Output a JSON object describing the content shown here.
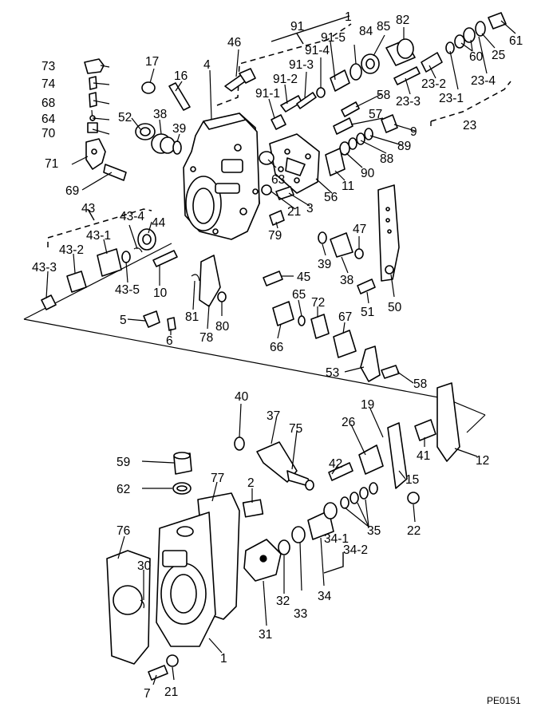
{
  "drawing_code": "PE0151",
  "callouts": [
    "91",
    "1",
    "46",
    "91-5",
    "84",
    "85",
    "82",
    "17",
    "16",
    "4",
    "91-3",
    "91-4",
    "73",
    "74",
    "68",
    "64",
    "70",
    "71",
    "69",
    "91-2",
    "91-1",
    "58",
    "23-2",
    "23-3",
    "23-1",
    "23-4",
    "60",
    "25",
    "61",
    "52",
    "38",
    "39",
    "57",
    "9",
    "89",
    "88",
    "90",
    "11",
    "56",
    "63",
    "21",
    "3",
    "23",
    "43",
    "43-4",
    "44",
    "43-1",
    "43-2",
    "43-3",
    "43-5",
    "10",
    "47",
    "79",
    "39",
    "38",
    "51",
    "50",
    "45",
    "5",
    "6",
    "81",
    "78",
    "80",
    "65",
    "72",
    "66",
    "67",
    "53",
    "58",
    "40",
    "37",
    "75",
    "19",
    "26",
    "42",
    "41",
    "12",
    "59",
    "62",
    "77",
    "2",
    "15",
    "22",
    "35",
    "76",
    "30",
    "31",
    "32",
    "33",
    "34",
    "34-1",
    "34-2",
    "1",
    "7",
    "21"
  ]
}
